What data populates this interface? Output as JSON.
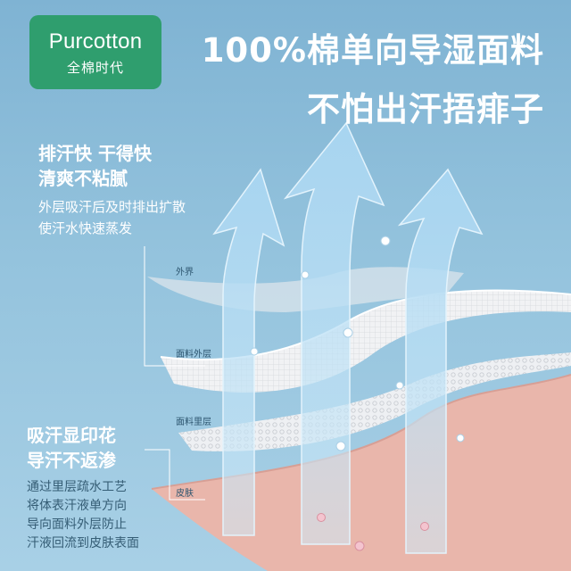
{
  "logo": {
    "brand": "Purcotton",
    "subtitle": "全棉时代"
  },
  "headline": {
    "line1": "100%棉单向导湿面料",
    "line2": "不怕出汗捂痱子"
  },
  "feature_top": {
    "title1": "排汗快  干得快",
    "title2": "清爽不粘腻",
    "desc1": "外层吸汗后及时排出扩散",
    "desc2": "使汗水快速蒸发"
  },
  "feature_bottom": {
    "title1": "吸汗显印花",
    "title2": "导汗不返渗",
    "desc1": "通过里层疏水工艺",
    "desc2": "将体表汗液单方向",
    "desc3": "导向面料外层防止",
    "desc4": "汗液回流到皮肤表面"
  },
  "layers": {
    "outside": "外界",
    "outer_fabric": "面料外层",
    "inner_fabric": "面料里层",
    "skin": "皮肤"
  },
  "colors": {
    "brand_green": "#2f9e6e",
    "background": "#8fbfdb",
    "skin": "#e9b6ab",
    "fabric": "#f4f4f6",
    "arrow": "#b9def4"
  }
}
